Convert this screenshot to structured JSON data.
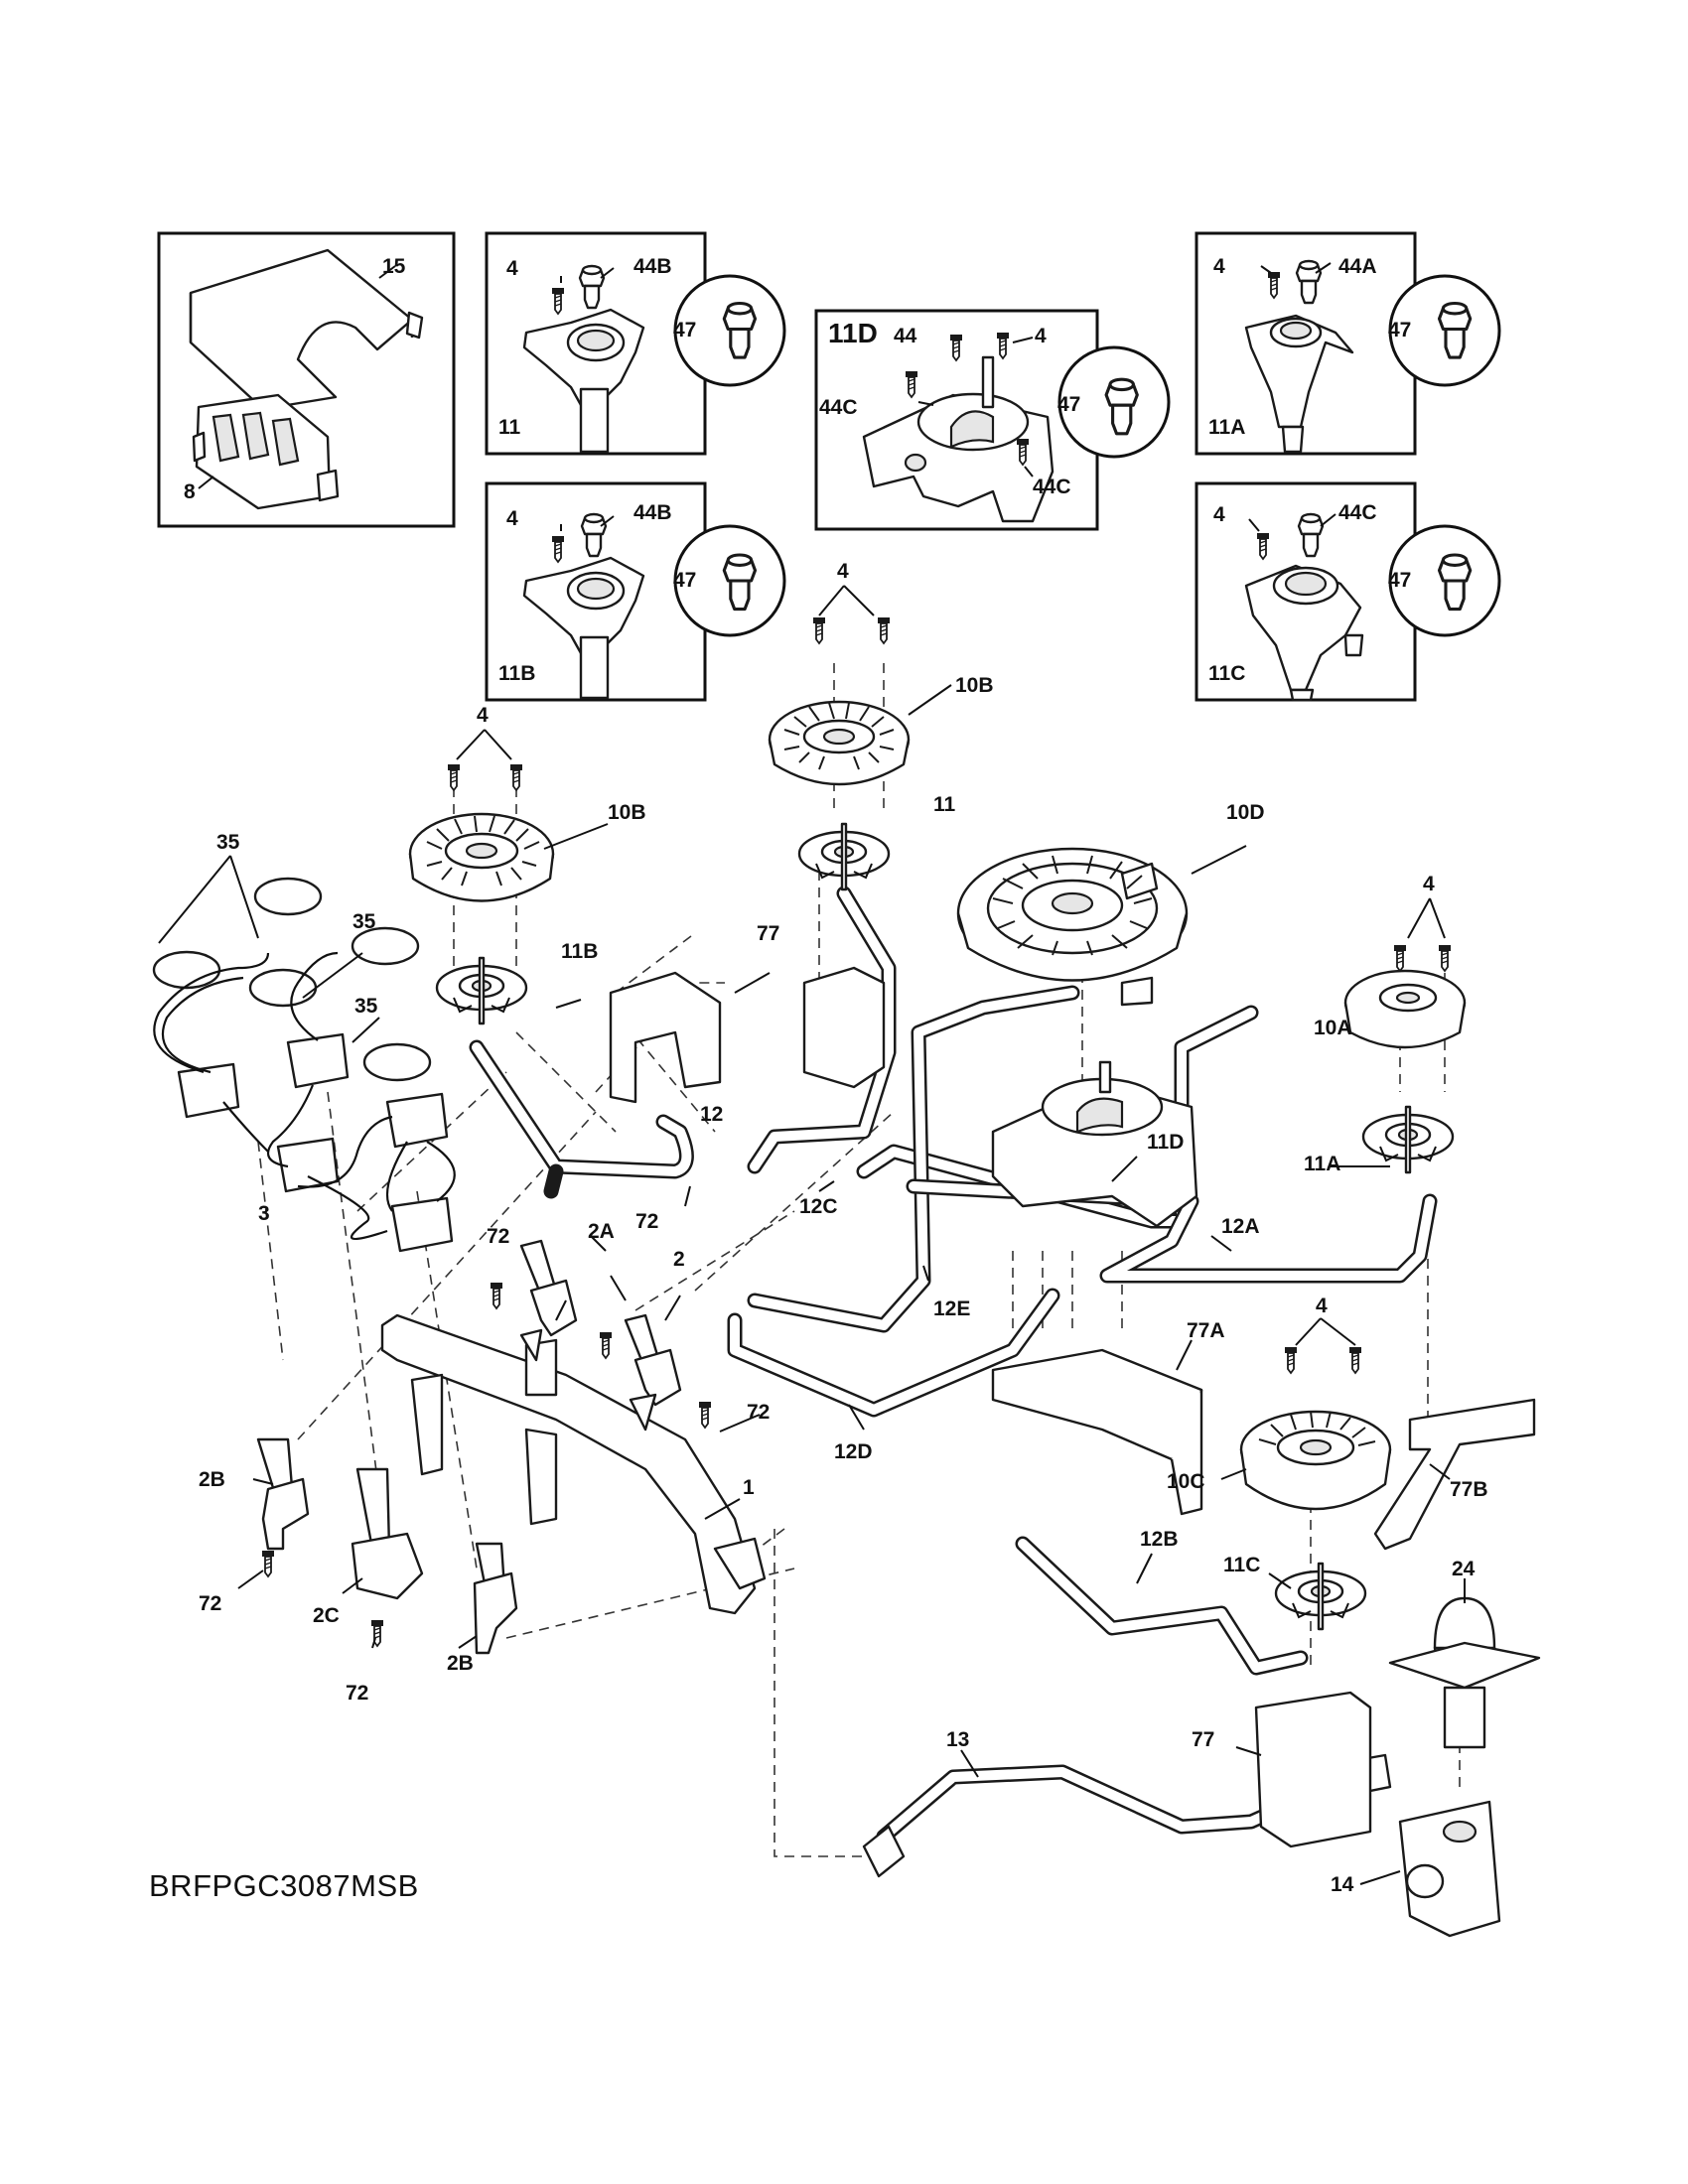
{
  "diagram": {
    "model_code": "BRFPGC3087MSB",
    "callouts": [
      {
        "id": "c-15",
        "text": "15"
      },
      {
        "id": "c-8",
        "text": "8"
      },
      {
        "id": "c-4-a",
        "text": "4"
      },
      {
        "id": "c-44b-a",
        "text": "44B"
      },
      {
        "id": "c-47-a",
        "text": "47"
      },
      {
        "id": "c-11-inset",
        "text": "11"
      },
      {
        "id": "c-11d-title",
        "text": "11D"
      },
      {
        "id": "c-44",
        "text": "44"
      },
      {
        "id": "c-4-b",
        "text": "4"
      },
      {
        "id": "c-44c-a",
        "text": "44C"
      },
      {
        "id": "c-47-b",
        "text": "47"
      },
      {
        "id": "c-44c-b",
        "text": "44C"
      },
      {
        "id": "c-4-c",
        "text": "4"
      },
      {
        "id": "c-44a",
        "text": "44A"
      },
      {
        "id": "c-47-c",
        "text": "47"
      },
      {
        "id": "c-11a-inset",
        "text": "11A"
      },
      {
        "id": "c-4-d",
        "text": "4"
      },
      {
        "id": "c-44b-b",
        "text": "44B"
      },
      {
        "id": "c-47-d",
        "text": "47"
      },
      {
        "id": "c-11b-inset",
        "text": "11B"
      },
      {
        "id": "c-4-e",
        "text": "4"
      },
      {
        "id": "c-44c-c",
        "text": "44C"
      },
      {
        "id": "c-47-e",
        "text": "47"
      },
      {
        "id": "c-11c-inset",
        "text": "11C"
      },
      {
        "id": "c-4-f",
        "text": "4"
      },
      {
        "id": "c-10b-a",
        "text": "10B"
      },
      {
        "id": "c-4-g",
        "text": "4"
      },
      {
        "id": "c-10b-b",
        "text": "10B"
      },
      {
        "id": "c-11-main",
        "text": "11"
      },
      {
        "id": "c-10d",
        "text": "10D"
      },
      {
        "id": "c-35-a",
        "text": "35"
      },
      {
        "id": "c-35-b",
        "text": "35"
      },
      {
        "id": "c-35-c",
        "text": "35"
      },
      {
        "id": "c-11b-main",
        "text": "11B"
      },
      {
        "id": "c-77-a",
        "text": "77"
      },
      {
        "id": "c-4-h",
        "text": "4"
      },
      {
        "id": "c-10a",
        "text": "10A"
      },
      {
        "id": "c-11d-main",
        "text": "11D"
      },
      {
        "id": "c-11a-main",
        "text": "11A"
      },
      {
        "id": "c-12",
        "text": "12"
      },
      {
        "id": "c-12c",
        "text": "12C"
      },
      {
        "id": "c-3",
        "text": "3"
      },
      {
        "id": "c-72-a",
        "text": "72"
      },
      {
        "id": "c-2a",
        "text": "2A"
      },
      {
        "id": "c-72-b",
        "text": "72"
      },
      {
        "id": "c-2",
        "text": "2"
      },
      {
        "id": "c-12a",
        "text": "12A"
      },
      {
        "id": "c-12e",
        "text": "12E"
      },
      {
        "id": "c-77a",
        "text": "77A"
      },
      {
        "id": "c-4-i",
        "text": "4"
      },
      {
        "id": "c-72-c",
        "text": "72"
      },
      {
        "id": "c-12d",
        "text": "12D"
      },
      {
        "id": "c-1",
        "text": "1"
      },
      {
        "id": "c-2b-a",
        "text": "2B"
      },
      {
        "id": "c-10c",
        "text": "10C"
      },
      {
        "id": "c-77b",
        "text": "77B"
      },
      {
        "id": "c-12b",
        "text": "12B"
      },
      {
        "id": "c-11c-main",
        "text": "11C"
      },
      {
        "id": "c-72-d",
        "text": "72"
      },
      {
        "id": "c-2c",
        "text": "2C"
      },
      {
        "id": "c-24",
        "text": "24"
      },
      {
        "id": "c-2b-b",
        "text": "2B"
      },
      {
        "id": "c-72-e",
        "text": "72"
      },
      {
        "id": "c-13",
        "text": "13"
      },
      {
        "id": "c-77-b",
        "text": "77"
      },
      {
        "id": "c-14",
        "text": "14"
      }
    ]
  }
}
